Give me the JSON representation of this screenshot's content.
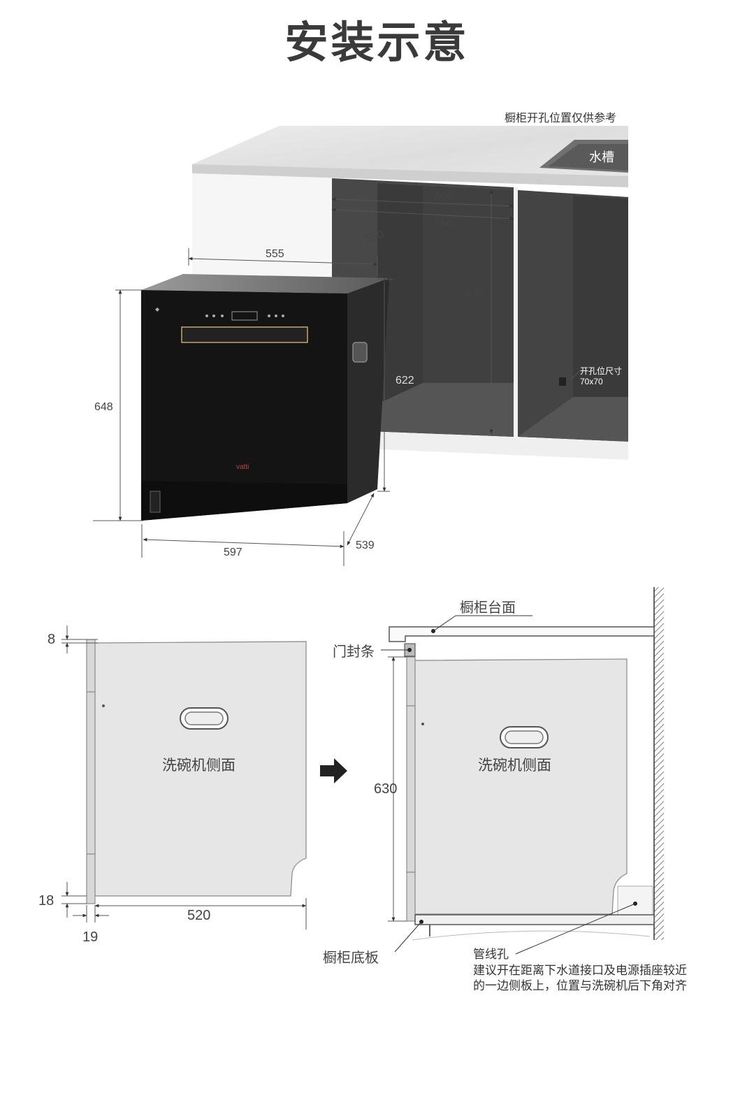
{
  "title": "安装示意",
  "top": {
    "note": "橱柜开孔位置仅供参考",
    "sink": "水槽",
    "brand": "vatti",
    "hole_label": "开孔位尺寸",
    "hole_size": "70x70",
    "dims": {
      "d600": "600",
      "d560": "560",
      "d550": "550",
      "d555": "555",
      "d630": "630",
      "d622": "622",
      "d648": "648",
      "d597": "597",
      "d539": "539"
    }
  },
  "bottom": {
    "side_label_left": "洗碗机侧面",
    "side_label_right": "洗碗机侧面",
    "countertop": "橱柜台面",
    "door_seal": "门封条",
    "base_board": "橱柜底板",
    "pipe_hole": "管线孔",
    "note_line1": "建议开在距离下水道接口及电源插座较近",
    "note_line2": "的一边侧板上，位置与洗碗机后下角对齐",
    "dims": {
      "d8": "8",
      "d18": "18",
      "d19": "19",
      "d520": "520",
      "d630": "630"
    }
  },
  "colors": {
    "machine": "#1a1a1a",
    "cabinet_inner": "#3d3d3d",
    "panel": "#e8e8e8"
  }
}
